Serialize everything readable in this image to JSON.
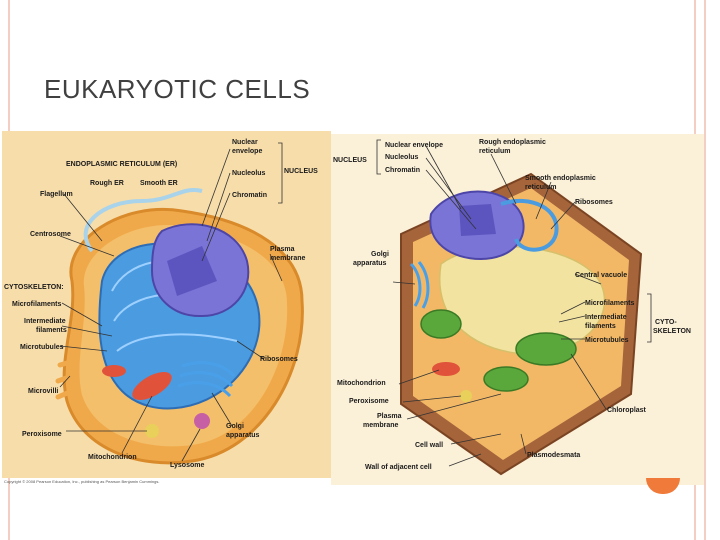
{
  "slide": {
    "title": "EUKARYOTIC CELLS"
  },
  "animal": {
    "labels": {
      "er": "ENDOPLASMIC RETICULUM (ER)",
      "rough_er": "Rough ER",
      "smooth_er": "Smooth ER",
      "nuclear_envelope_1": "Nuclear",
      "nuclear_envelope_2": "envelope",
      "nucleolus": "Nucleolus",
      "chromatin": "Chromatin",
      "nucleus": "NUCLEUS",
      "flagellum": "Flagellum",
      "centrosome": "Centrosome",
      "plasma_membrane_1": "Plasma",
      "plasma_membrane_2": "membrane",
      "cytoskeleton": "CYTOSKELETON:",
      "microfilaments": "Microfilaments",
      "intermediate_1": "Intermediate",
      "intermediate_2": "filaments",
      "microtubules": "Microtubules",
      "ribosomes": "Ribosomes",
      "microvilli": "Microvilli",
      "peroxisome": "Peroxisome",
      "golgi_1": "Golgi",
      "golgi_2": "apparatus",
      "mitochondrion": "Mitochondrion",
      "lysosome": "Lysosome"
    },
    "copyright": "Copyright © 2008 Pearson Education, Inc., publishing as Pearson Benjamin Cummings."
  },
  "plant": {
    "labels": {
      "nuclear_envelope": "Nuclear envelope",
      "nucleolus": "Nucleolus",
      "chromatin": "Chromatin",
      "nucleus": "NUCLEUS",
      "rough_er_1": "Rough endoplasmic",
      "rough_er_2": "reticulum",
      "smooth_er_1": "Smooth endoplasmic",
      "smooth_er_2": "reticulum",
      "ribosomes": "Ribosomes",
      "golgi_1": "Golgi",
      "golgi_2": "apparatus",
      "central_vacuole": "Central vacuole",
      "microfilaments": "Microfilaments",
      "intermediate_1": "Intermediate",
      "intermediate_2": "filaments",
      "microtubules": "Microtubules",
      "cyto_1": "CYTO-",
      "cyto_2": "SKELETON",
      "mitochondrion": "Mitochondrion",
      "peroxisome": "Peroxisome",
      "plasma_membrane_1": "Plasma",
      "plasma_membrane_2": "membrane",
      "chloroplast": "Chloroplast",
      "cell_wall": "Cell wall",
      "plasmodesmata": "Plasmodesmata",
      "wall_adjacent": "Wall of adjacent cell"
    }
  },
  "colors": {
    "panel_bg": "#f7ddaa",
    "cell_orange": "#f0a94a",
    "er_blue": "#3f8fd8",
    "nucleus_purple": "#7a74d6",
    "chloroplast_green": "#5aa83c",
    "wall_brown": "#a5643a",
    "vacuole_yellow": "#f3e3a0"
  }
}
